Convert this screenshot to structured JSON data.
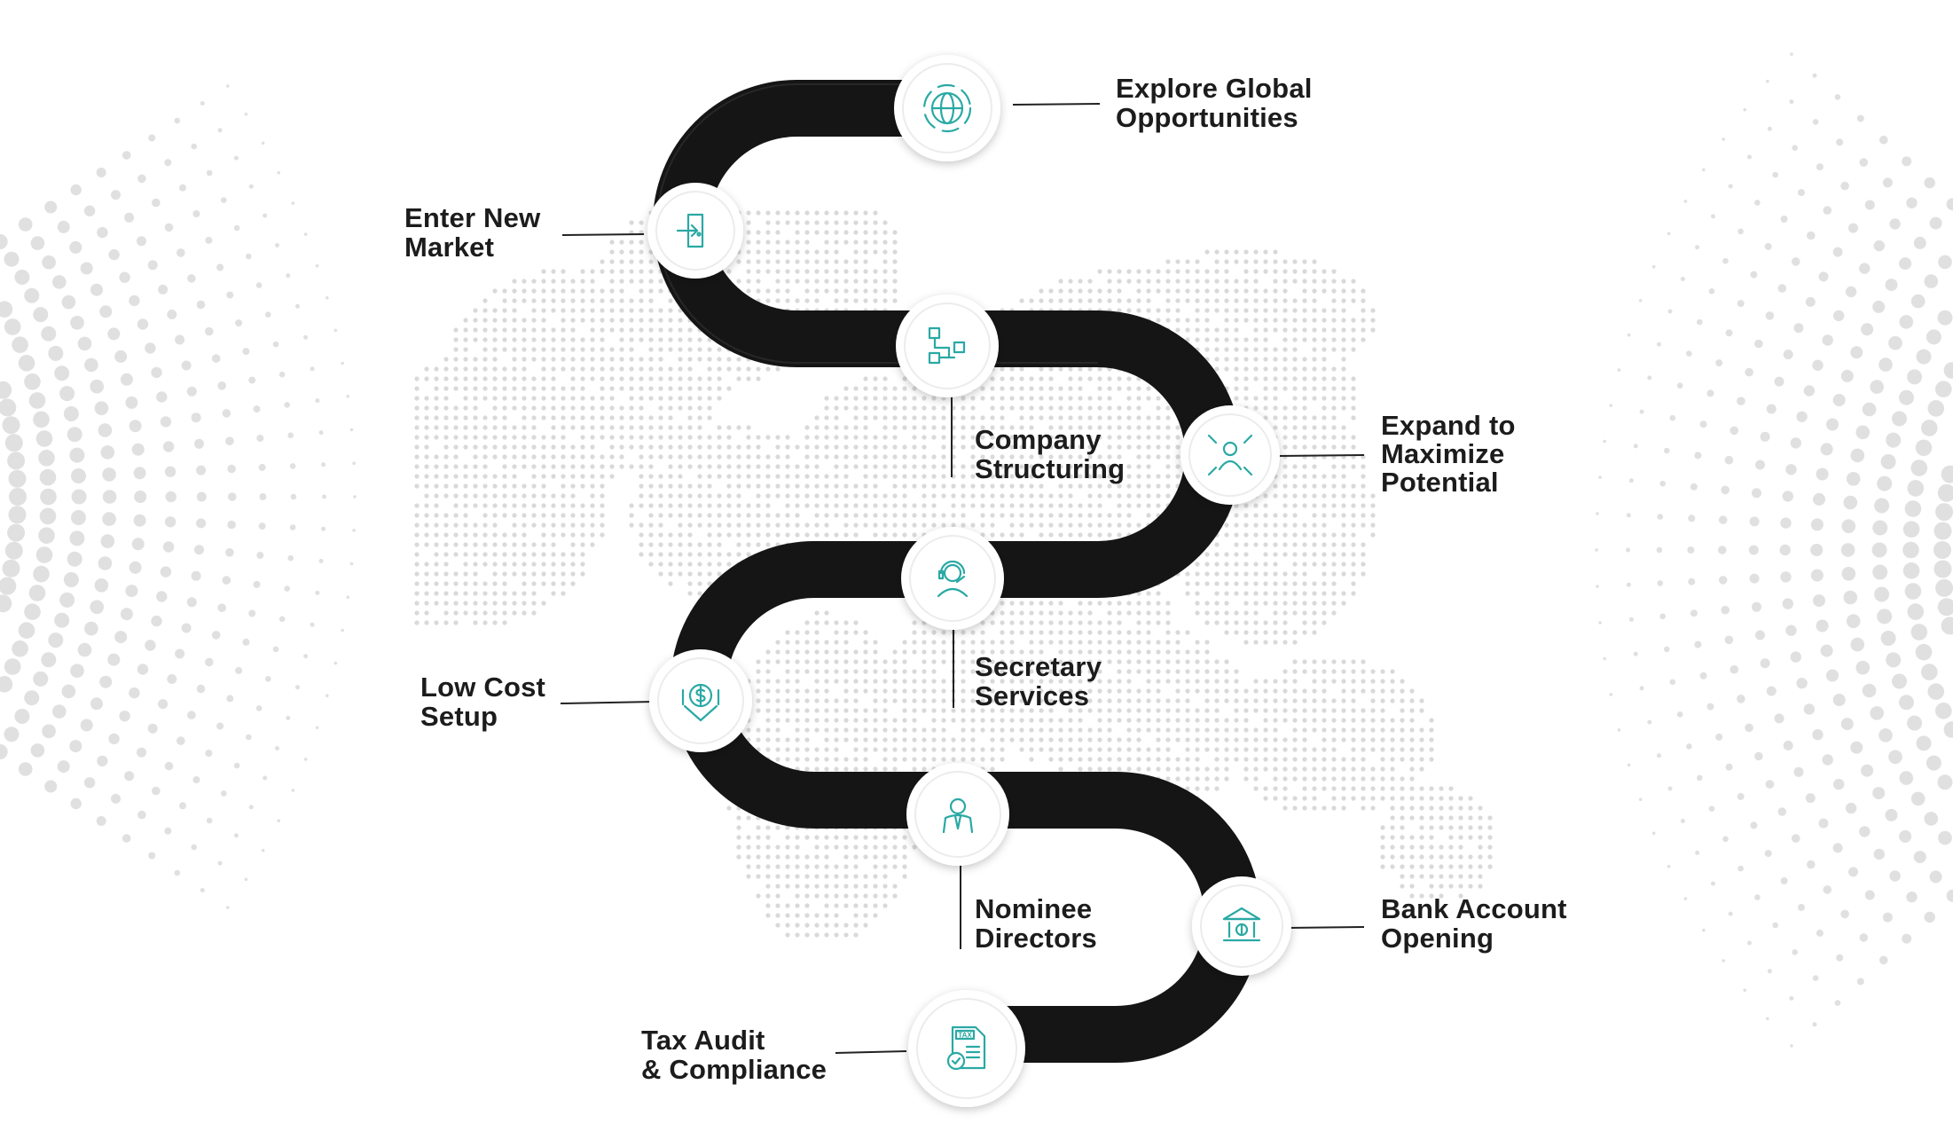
{
  "theme": {
    "road_color": "#151515",
    "icon_color": "#2aa9a4",
    "text_color": "#1c1c1c",
    "dot_color": "#d6d6d6"
  },
  "steps": [
    {
      "icon": "globe-icon",
      "lines": [
        "Explore Global",
        "Opportunities"
      ]
    },
    {
      "icon": "door-enter-icon",
      "lines": [
        "Enter New",
        "Market"
      ]
    },
    {
      "icon": "org-chart-icon",
      "lines": [
        "Company",
        "Structuring"
      ]
    },
    {
      "icon": "expand-person-icon",
      "lines": [
        "Expand to",
        "Maximize",
        "Potential"
      ]
    },
    {
      "icon": "headset-agent-icon",
      "lines": [
        "Secretary",
        "Services"
      ]
    },
    {
      "icon": "dollar-down-icon",
      "lines": [
        "Low Cost",
        "Setup"
      ]
    },
    {
      "icon": "businessman-icon",
      "lines": [
        "Nominee",
        "Directors"
      ]
    },
    {
      "icon": "bank-icon",
      "lines": [
        "Bank Account",
        "Opening"
      ]
    },
    {
      "icon": "tax-document-icon",
      "lines": [
        "Tax Audit",
        "& Compliance"
      ]
    }
  ]
}
